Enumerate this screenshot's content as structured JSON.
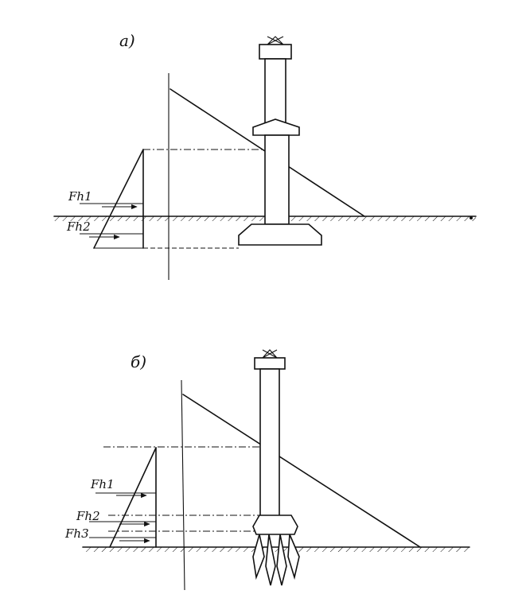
{
  "labels": {
    "panel_a": "а)",
    "panel_b": "б)",
    "a_force_1": "Fh1",
    "a_force_2": "Fh2",
    "b_force_1": "Fh1",
    "b_force_2": "Fh2",
    "b_force_3": "Fh3"
  }
}
